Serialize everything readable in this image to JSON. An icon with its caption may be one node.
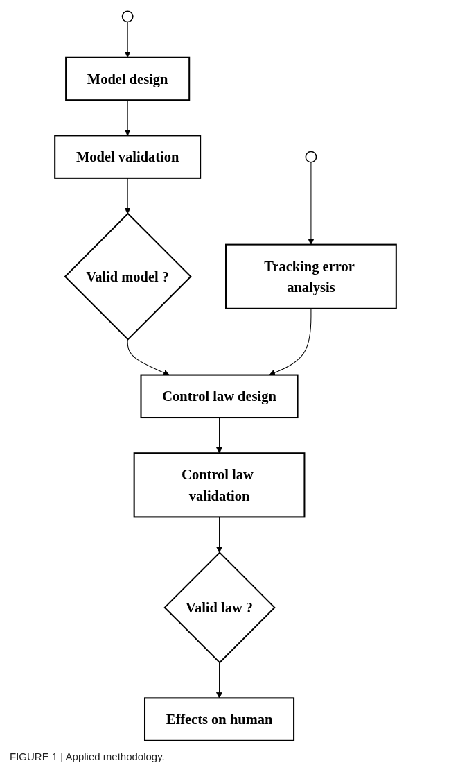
{
  "diagram": {
    "caption": "FIGURE 1 | Applied methodology.",
    "nodes": [
      {
        "text": [
          "Model design"
        ]
      },
      {
        "text": [
          "Model validation"
        ]
      },
      {
        "text": [
          "Valid model ?"
        ]
      },
      {
        "text": [],
        "shape": "circle"
      },
      {
        "text": [
          "Control law design"
        ]
      },
      {
        "text": [
          "Control law validation"
        ]
      },
      {
        "text": [
          "Tracking error analysis"
        ]
      },
      {
        "text": [
          "Valid law ?"
        ]
      },
      {
        "text": [],
        "shape": "circle"
      },
      {
        "text": [
          "Effects on human"
        ]
      }
    ],
    "edges": [
      {
        "from": 0,
        "to": 1,
        "arrow": "to"
      },
      {
        "from": 1,
        "to": 2,
        "arrow": "to"
      },
      {
        "from": 3,
        "to": 0,
        "arrow": "to"
      },
      {
        "from": 2,
        "to": 4,
        "arrow": "to"
      },
      {
        "from": 4,
        "to": 5,
        "arrow": "to"
      },
      {
        "from": 5,
        "to": 7,
        "arrow": "to"
      },
      {
        "from": 8,
        "to": 6,
        "arrow": "to"
      },
      {
        "from": 6,
        "to": 4,
        "arrow": "to"
      },
      {
        "from": 7,
        "to": 9,
        "arrow": "to"
      }
    ]
  }
}
